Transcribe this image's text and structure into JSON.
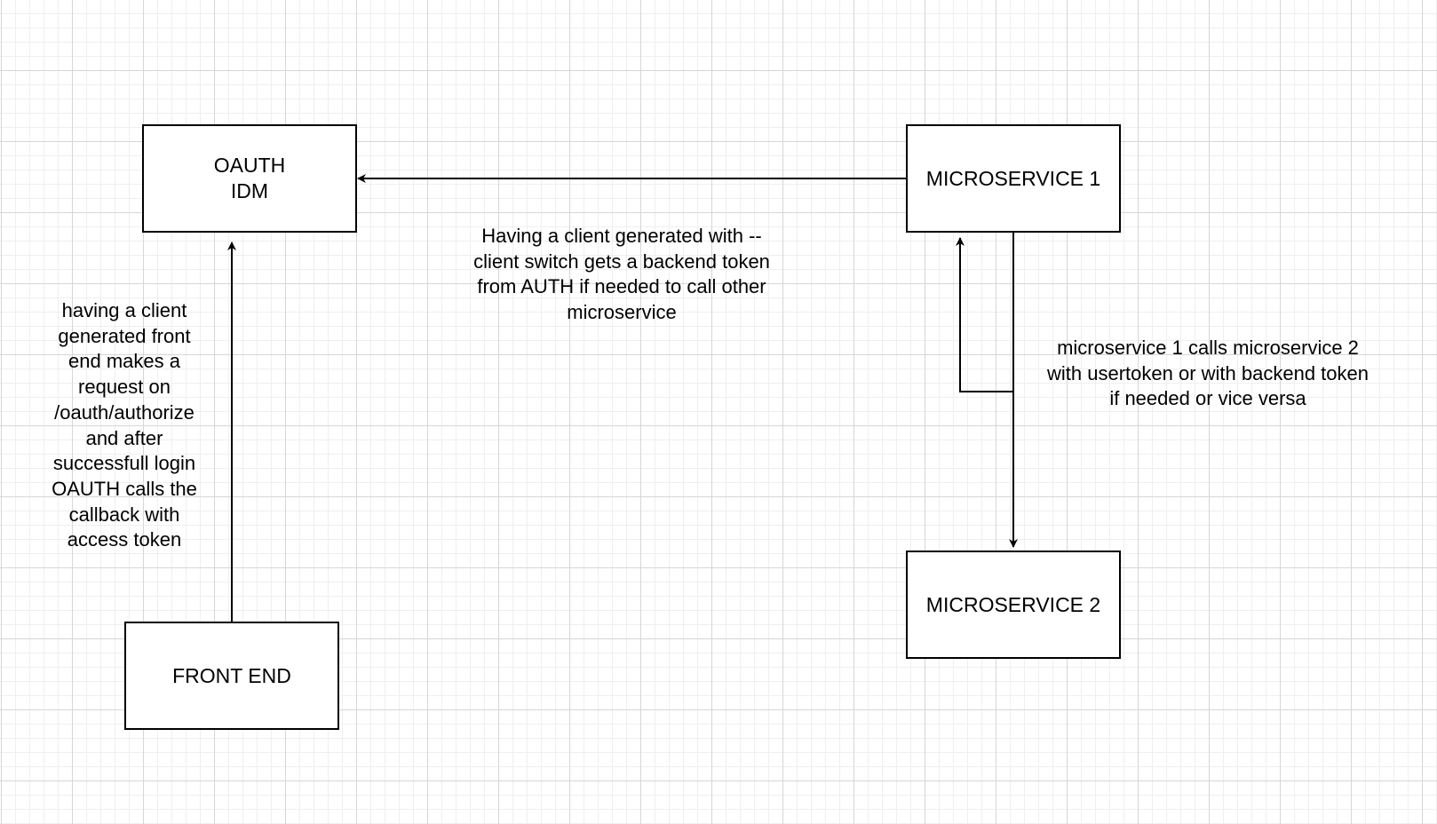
{
  "nodes": {
    "oauth": {
      "label": "OAUTH\nIDM"
    },
    "microservice1": {
      "label": "MICROSERVICE 1"
    },
    "microservice2": {
      "label": "MICROSERVICE 2"
    },
    "frontend": {
      "label": "FRONT END"
    }
  },
  "edge_labels": {
    "frontend_to_oauth": "having a client\ngenerated front\nend makes a\nrequest on\n/oauth/authorize\nand after\nsuccessfull login\nOAUTH calls the\ncallback with\naccess token",
    "ms1_to_oauth": "Having a client generated with --\nclient switch gets a  backend token\nfrom AUTH if needed to call other\nmicroservice",
    "ms1_to_ms2": "microservice 1 calls microservice 2\nwith usertoken or with backend token\nif needed or vice versa"
  },
  "colors": {
    "stroke": "#000000",
    "grid_major": "#d6d6d6",
    "grid_minor": "#efefef",
    "background": "#ffffff"
  }
}
